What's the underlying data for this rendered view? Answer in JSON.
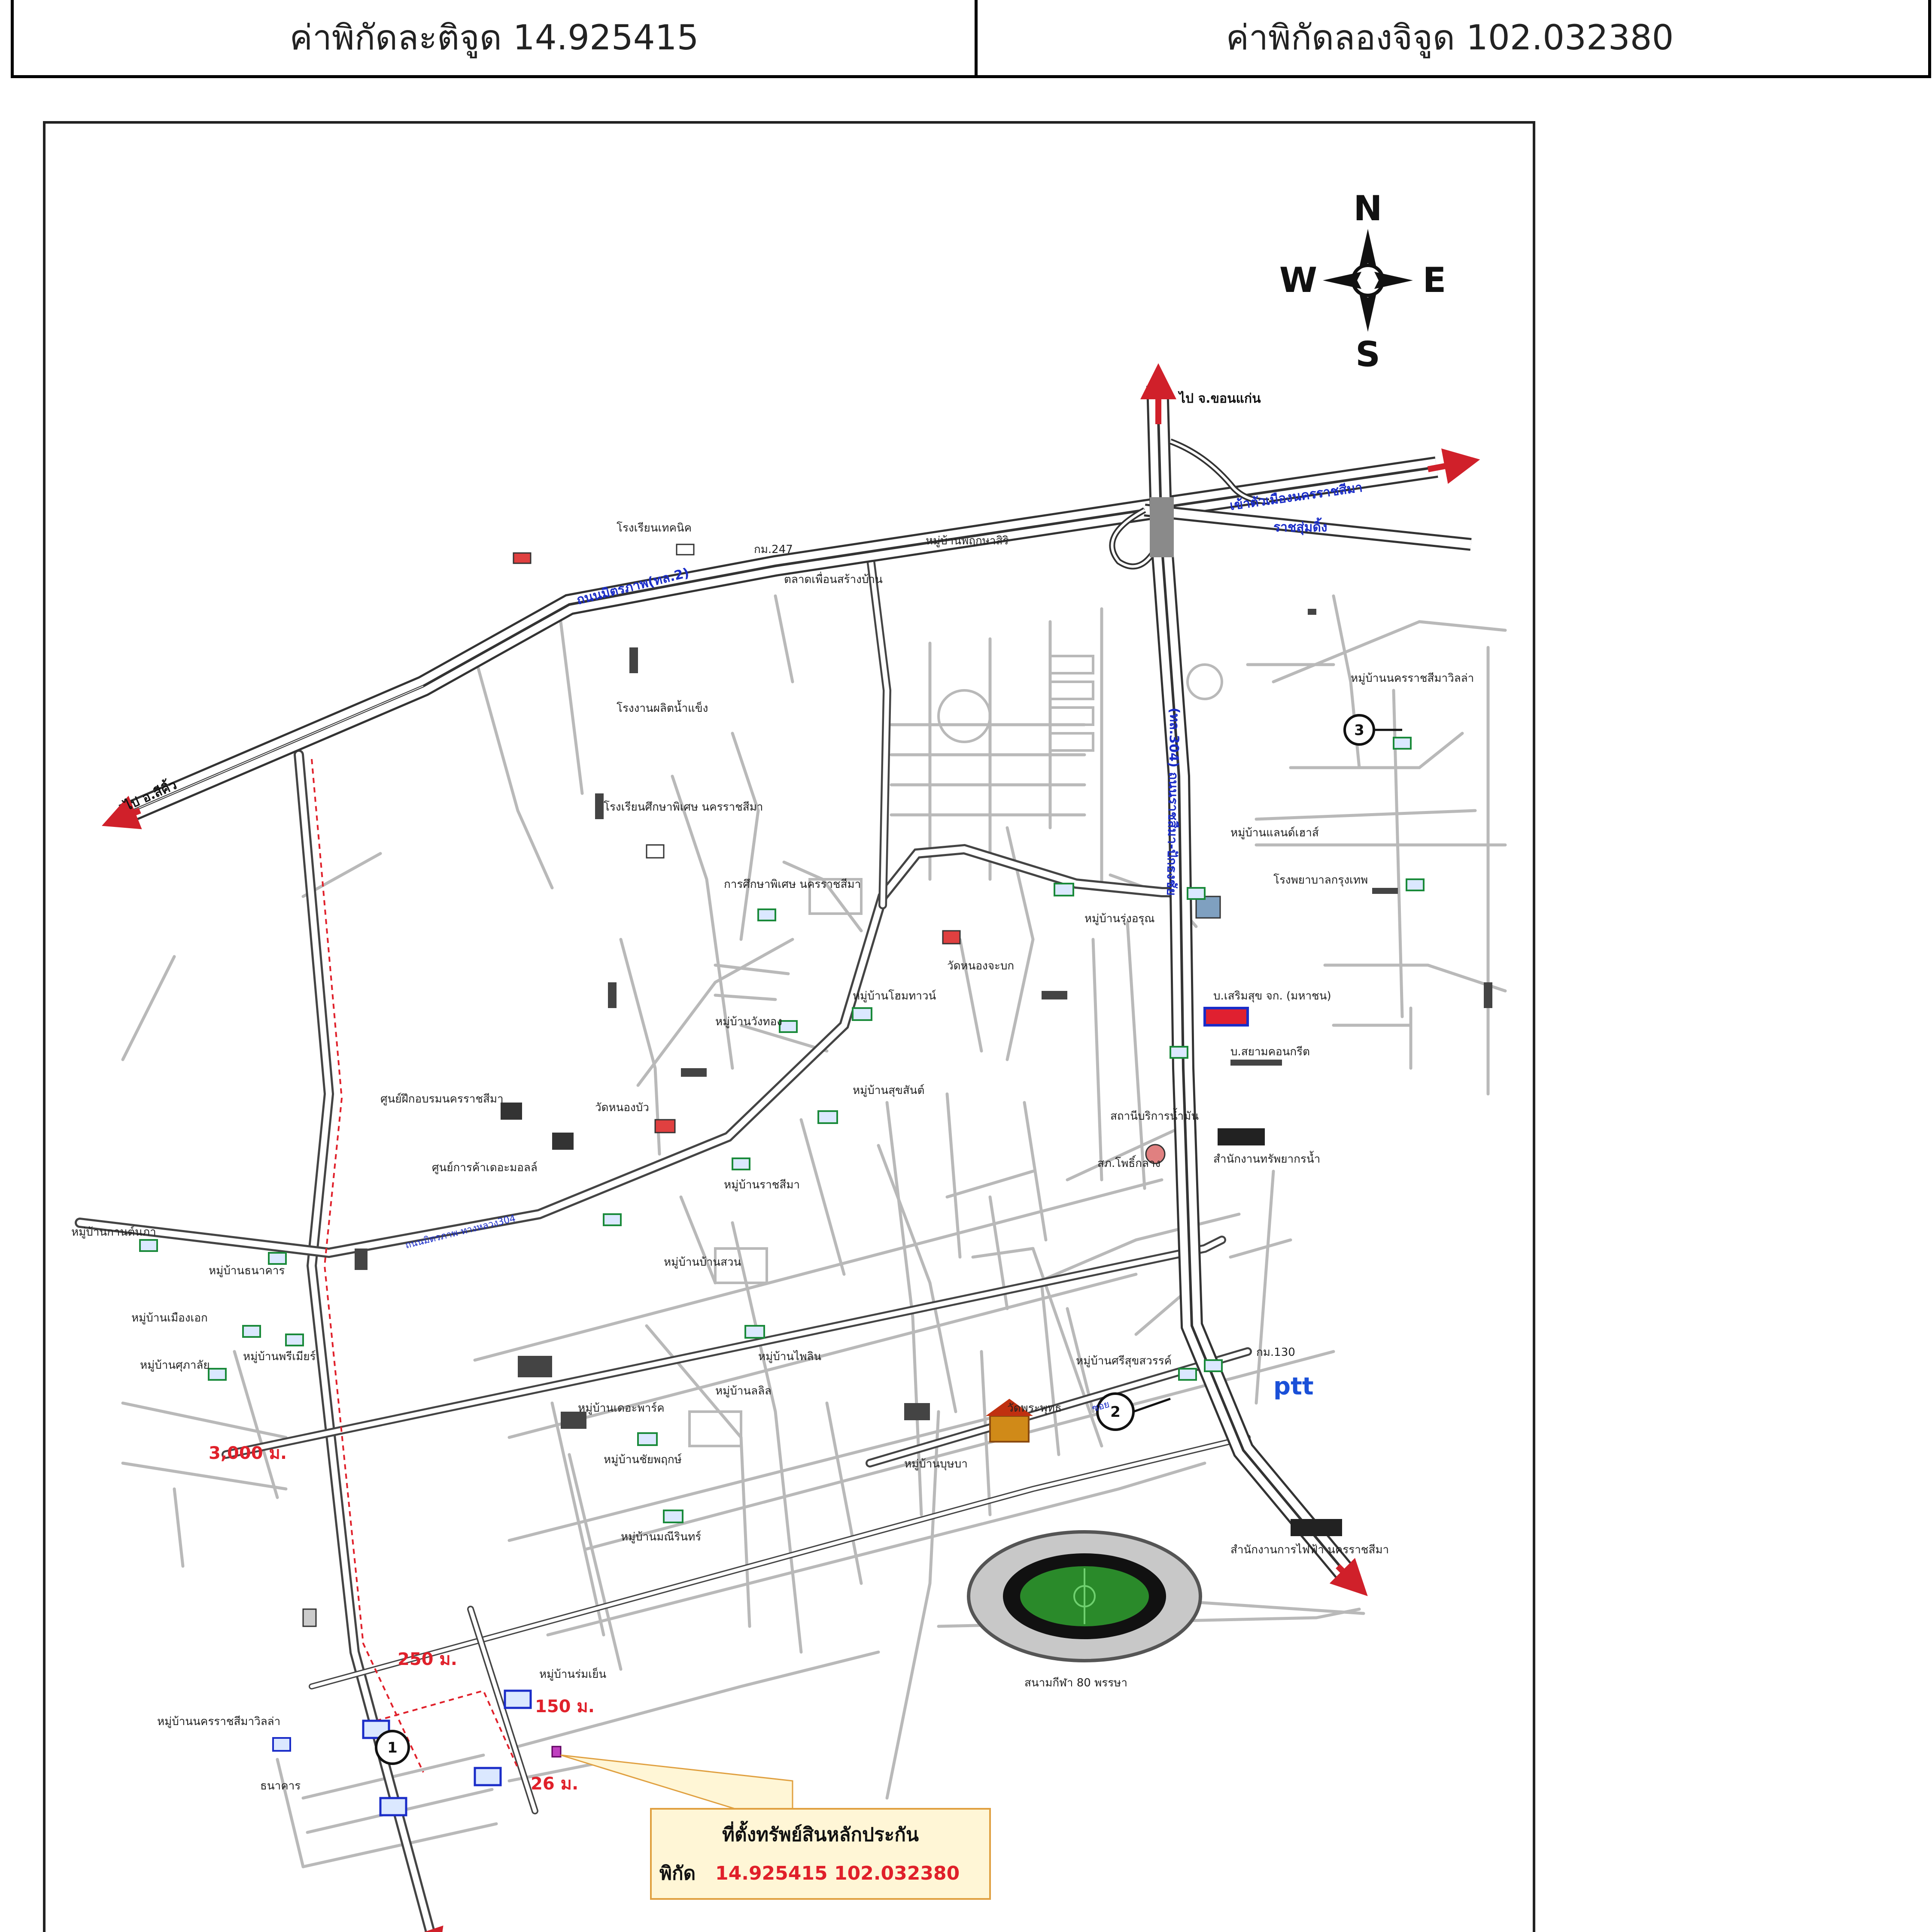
{
  "header": {
    "latitude_label": "ค่าพิกัดละติจูด",
    "latitude_value": "14.925415",
    "longitude_label": "ค่าพิกัดลองจิจูด",
    "longitude_value": "102.032380"
  },
  "compass": {
    "n": "N",
    "s": "S",
    "e": "E",
    "w": "W"
  },
  "roads": {
    "to_khon_kaen": "ไป จ.ขอนแก่น",
    "to_city": "เข้าตัวเมืองนครราชสีมา",
    "mitraphap": "ถนนมิตรภาพ(ทล.2)",
    "to_sikhio": "ไป อ.สีคิ้ว",
    "hwy_304": "(ทล.304) ถนนราชสีมา-ปักธงชัย",
    "friendship_304": "ถนนมิตรภาพ-ทางหลวง304",
    "km_247": "กม.247",
    "km_130": "กม.130",
    "soi_s": "ซอย",
    "rasit": "ราชสุ่มดิ้ง"
  },
  "places": {
    "school_tech": "โรงเรียนเทคนิค",
    "school_special": "โรงเรียนศึกษาพิเศษ นครราชสีมา",
    "education_office": "การศึกษาพิเศษ นครราชสีมา",
    "factory": "โรงงานผลิตน้ำแข็ง",
    "market": "ตลาดเพื่อนสร้างบ้าน",
    "village_1": "หมู่บ้านพฤกษาสิริ",
    "village_2": "หมู่บ้านศรีสุขสวรรค์",
    "village_3": "หมู่บ้านนครราชสีมาวิลล่า",
    "village_gate": "หมู่บ้านแลนด์เฮาส์",
    "village_a": "หมู่บ้านรุ่งอรุณ",
    "village_b": "หมู่บ้านโฮมทาวน์",
    "village_c": "หมู่บ้านวังทอง",
    "village_d": "หมู่บ้านสุขสันต์",
    "village_e": "หมู่บ้านราชสีมา",
    "village_f": "หมู่บ้านบ้านสวน",
    "village_g": "หมู่บ้านกานต์นภา",
    "village_h": "หมู่บ้านธนาคาร",
    "village_i": "หมู่บ้านเมืองเอก",
    "village_j": "หมู่บ้านพรีเมียร์",
    "village_k": "หมู่บ้านศุภาลัย",
    "village_l": "หมู่บ้านลลิล",
    "village_m": "หมู่บ้านไพลิน",
    "village_n": "หมู่บ้านเดอะพาร์ค",
    "village_o": "หมู่บ้านชัยพฤกษ์",
    "village_p": "หมู่บ้านมณีรินทร์",
    "village_q": "หมู่บ้านบุษบา",
    "village_r": "หมู่บ้านร่มเย็น",
    "hospital": "โรงพยาบาลกรุงเทพ",
    "tesco": "ศูนย์การค้าเดอะมอลล์",
    "police": "ศูนย์ฝึกอบรมนครราชสีมา",
    "temple_a": "วัดหนองบัว",
    "temple_b": "วัดพระพุทธ",
    "temple_c": "วัดหนองจะบก",
    "office_a": "สำนักงานทรัพยากรน้ำ",
    "office_b": "สำนักงานการไฟฟ้า นครราชสีมา",
    "stadium": "สนามกีฬา 80 พรรษา",
    "bank": "ธนาคาร",
    "pepsi": "บ.เสริมสุข จก. (มหาชน)",
    "hotel": "บ.สยามคอนกรีต",
    "fuel": "สถานีบริการน้ำมัน",
    "station": "สภ.โพธิ์กลาง"
  },
  "circles": [
    "1",
    "2",
    "3"
  ],
  "distances": {
    "d3000": "3,000 ม.",
    "d250": "250 ม.",
    "d150": "150 ม.",
    "d26": "26 ม."
  },
  "ptt": "ptt",
  "pin_box": {
    "title": "ที่ตั้งทรัพย์สินหลักประกัน",
    "coord_label": "พิกัด",
    "coord_value": "14.925415 102.032380"
  },
  "colors": {
    "road_blue": "#1a2cc8",
    "arrow_red": "#d0202a",
    "distance_red": "#e0202a",
    "field_green": "#2a8a2a",
    "pin_box_fill": "#fff6d6"
  }
}
